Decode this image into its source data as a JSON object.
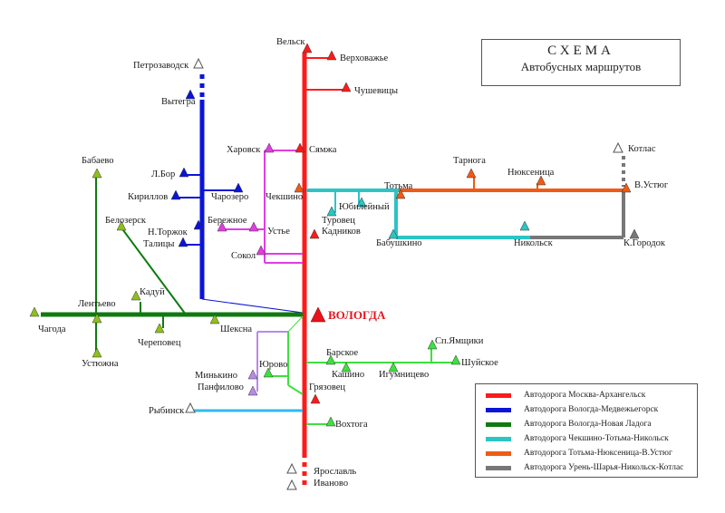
{
  "title": {
    "main": "СХЕМА",
    "sub": "Автобусных маршрутов"
  },
  "capital": {
    "name": "ВОЛОГДА",
    "color": "#e8141c"
  },
  "colors": {
    "red": "#ff1a1a",
    "blue": "#0a14d8",
    "green": "#0f7a10",
    "cyan": "#2cc4c4",
    "orange": "#f05a14",
    "gray": "#777777",
    "magenta": "#e23ce2",
    "lime": "#3ee03e",
    "lavender": "#b78ae8",
    "skyblue": "#30b8f0",
    "olive": "#8fbf1a"
  },
  "cities": {
    "velsk": "Вельск",
    "verhovazhe": "Верховажье",
    "chushevitsy": "Чушевицы",
    "petrozavodsk": "Петрозаводск",
    "vytegra": "Вытегра",
    "kharovsk": "Харовск",
    "syamzha": "Сямжа",
    "babaevo": "Бабаево",
    "lbor": "Л.Бор",
    "kirillov": "Кириллов",
    "charozero": "Чарозеро",
    "chekshino": "Чекшино",
    "totma": "Тотьма",
    "tarnoga": "Тарнога",
    "nyuksenitsa": "Нюксеница",
    "kotlas": "Котлас",
    "vustyug": "В.Устюг",
    "yubileyny": "Юбилейный",
    "turovets": "Туровец",
    "kadnikov": "Кадников",
    "babushkino": "Бабушкино",
    "nikolsk": "Никольск",
    "kgorodok": "К.Городок",
    "belozersk": "Белозерск",
    "ntorzhok": "Н.Торжок",
    "talitsy": "Талицы",
    "berezhnoe": "Бережное",
    "ustye": "Устье",
    "sokol": "Сокол",
    "kaduy": "Кадуй",
    "lentyevo": "Лентьево",
    "chagoda": "Чагода",
    "cherepovets": "Череповец",
    "sheksna": "Шексна",
    "ustyuzhna": "Устюжна",
    "spyamshchiki": "Сп.Ямщики",
    "barskoe": "Барское",
    "shuyskoe": "Шуйское",
    "kashino": "Кашино",
    "igumnitsevo": "Игумницево",
    "minkino": "Минькино",
    "yurovo": "Юрово",
    "panfilovo": "Панфилово",
    "gryazovets": "Грязовец",
    "rybinsk": "Рыбинск",
    "vokhtoga": "Вохтога",
    "yaroslavl": "Ярославль",
    "ivanovo": "Иваново"
  },
  "legend": [
    {
      "label": "Автодорога Москва-Архангельск",
      "color": "#ff1a1a"
    },
    {
      "label": "Автодорога Вологда-Медвежьегорск",
      "color": "#0a14d8"
    },
    {
      "label": "Автодорога Вологда-Новая Ладога",
      "color": "#0f7a10"
    },
    {
      "label": "Автодорога Чекшино-Тотьма-Никольск",
      "color": "#2cc4c4"
    },
    {
      "label": "Автодорога  Тотьма-Нюксеница-В.Устюг",
      "color": "#f05a14"
    },
    {
      "label": " Автодорога Урень-Шарья-Никольск-Котлас",
      "color": "#777777"
    }
  ]
}
